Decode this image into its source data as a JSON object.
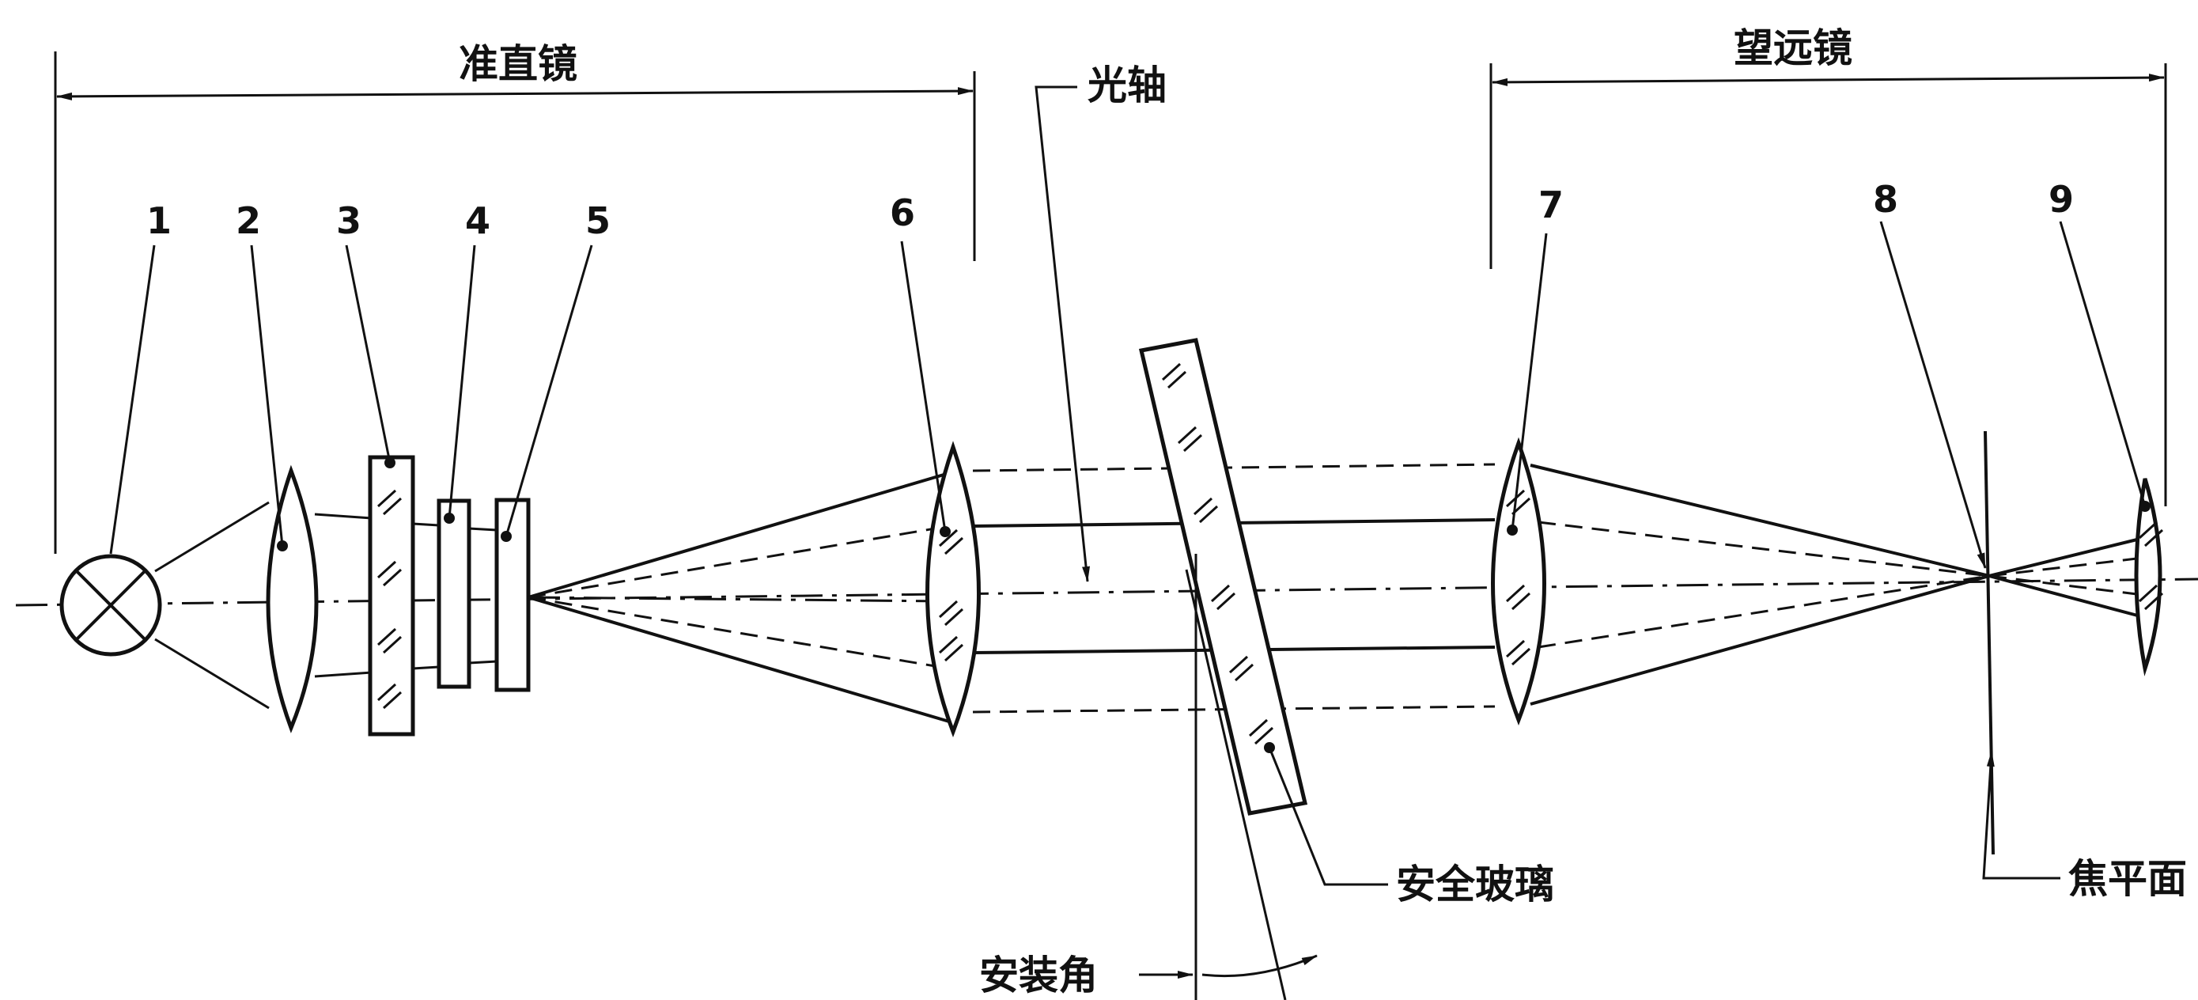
{
  "labels": {
    "collimator": "准直镜",
    "telescope": "望远镜",
    "optical_axis": "光轴",
    "safety_glass": "安全玻璃",
    "mount_angle": "安装角",
    "focal_plane": "焦平面"
  },
  "parts": [
    "1",
    "2",
    "3",
    "4",
    "5",
    "6",
    "7",
    "8",
    "9"
  ]
}
